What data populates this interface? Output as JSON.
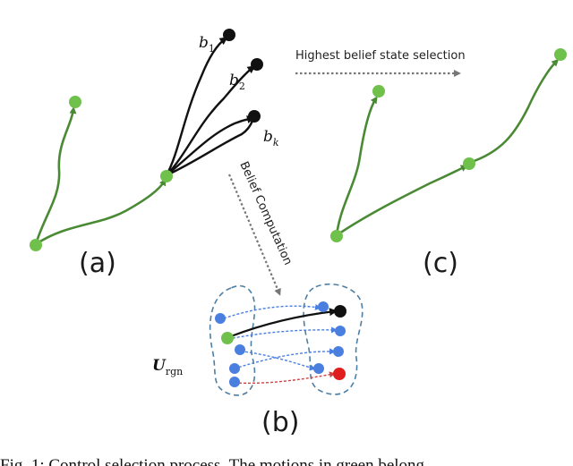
{
  "panels": {
    "a": "(a)",
    "b": "(b)",
    "c": "(c)"
  },
  "annotations": {
    "selection": "Highest belief state selection",
    "computation": "Belief Computation"
  },
  "beliefs": [
    {
      "base": "b",
      "sub": "1"
    },
    {
      "base": "b",
      "sub": "2"
    },
    {
      "base": "b",
      "sub": "k"
    }
  ],
  "region": {
    "base": "U",
    "sub": "rgn"
  },
  "caption": "Fig. 1: Control selection process. The motions in green belong",
  "colors": {
    "green_node": "#6fc14b",
    "green_edge": "#4a8a34",
    "blue_node": "#4a7fe0",
    "red_node": "#e01e1e",
    "black_node": "#111111",
    "region_outline": "#4d7fa5"
  }
}
